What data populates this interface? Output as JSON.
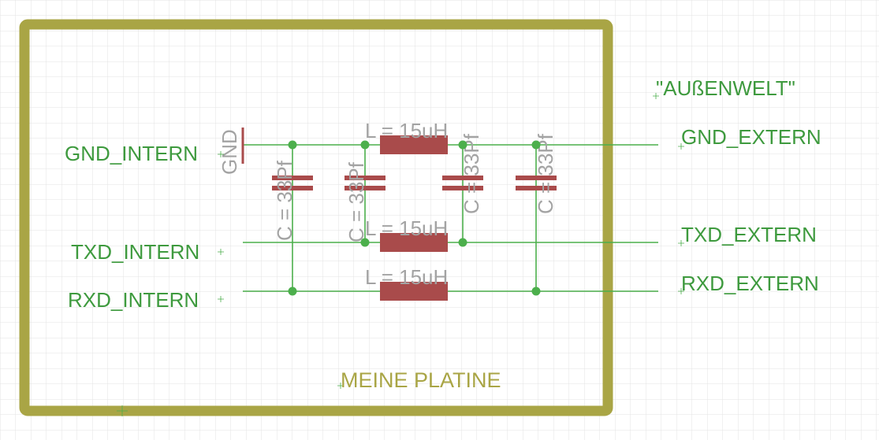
{
  "colors": {
    "grid": "#e3e3e3",
    "board_outline": "#a9a545",
    "net": "#4caf4c",
    "net_text": "#3e9a3e",
    "component": "#a94b4b",
    "component_text": "#a3a3a3"
  },
  "board": {
    "label": "MEINE PLATINE"
  },
  "outside": {
    "label": "\"AUßENWELT\""
  },
  "nets": {
    "gnd_intern": "GND_INTERN",
    "txd_intern": "TXD_INTERN",
    "rxd_intern": "RXD_INTERN",
    "gnd_extern": "GND_EXTERN",
    "txd_extern": "TXD_EXTERN",
    "rxd_extern": "RXD_EXTERN",
    "gnd_symbol": "GND"
  },
  "capacitors": [
    {
      "value": "C = 33Pf"
    },
    {
      "value": "C = 33Pf"
    },
    {
      "value": "C = 33Pf"
    },
    {
      "value": "C = 33Pf"
    }
  ],
  "inductors": [
    {
      "value": "L = 15uH"
    },
    {
      "value": "L = 15uH"
    },
    {
      "value": "L = 15uH"
    }
  ]
}
